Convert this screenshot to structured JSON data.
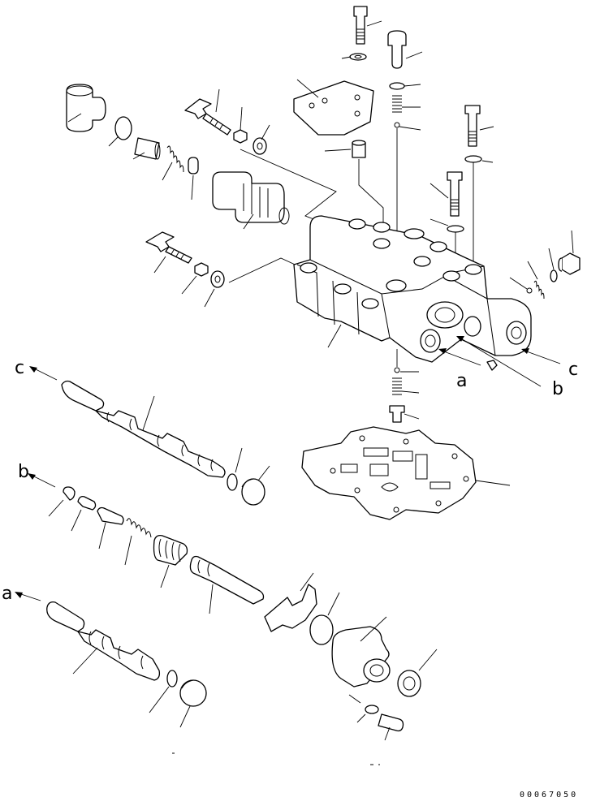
{
  "diagram": {
    "callouts": {
      "c_left": "c",
      "b_left": "b",
      "a_left": "a",
      "a_right": "a",
      "b_right": "b",
      "c_right": "c"
    },
    "image_code": "00067050"
  }
}
